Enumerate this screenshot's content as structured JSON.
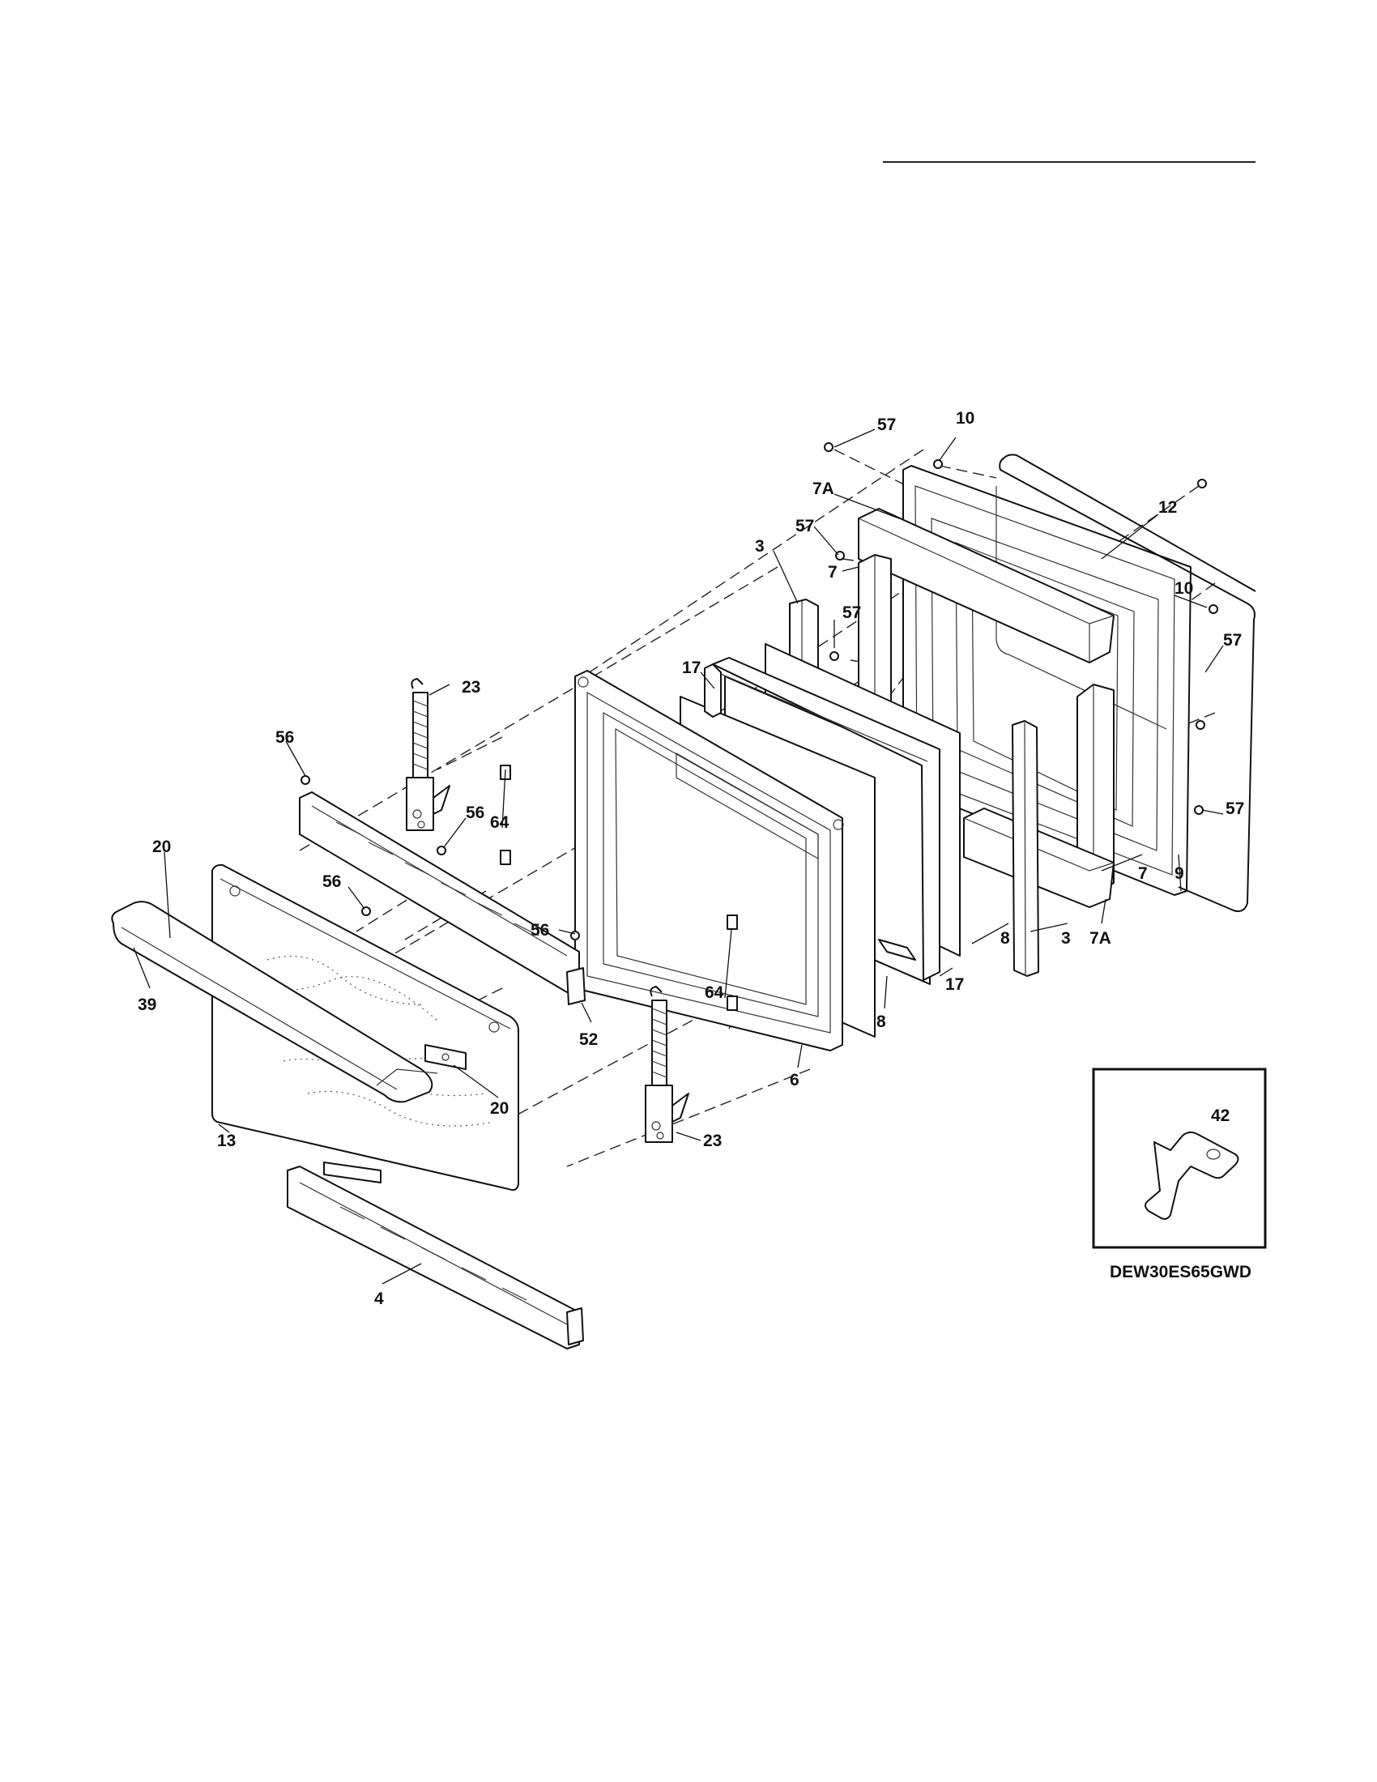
{
  "model_number": "DEW30ES65GWD",
  "inset": {
    "part": "42"
  },
  "parts": [
    {
      "id": "p57a",
      "label": "57"
    },
    {
      "id": "p10a",
      "label": "10"
    },
    {
      "id": "p7Aa",
      "label": "7A"
    },
    {
      "id": "p12",
      "label": "12"
    },
    {
      "id": "p57b",
      "label": "57"
    },
    {
      "id": "p3a",
      "label": "3"
    },
    {
      "id": "p7a",
      "label": "7"
    },
    {
      "id": "p10b",
      "label": "10"
    },
    {
      "id": "p57c",
      "label": "57"
    },
    {
      "id": "p57d",
      "label": "57"
    },
    {
      "id": "p17a",
      "label": "17"
    },
    {
      "id": "p23a",
      "label": "23"
    },
    {
      "id": "p56a",
      "label": "56"
    },
    {
      "id": "p56b",
      "label": "56"
    },
    {
      "id": "p64a",
      "label": "64"
    },
    {
      "id": "p57e",
      "label": "57"
    },
    {
      "id": "p20a",
      "label": "20"
    },
    {
      "id": "p56c",
      "label": "56"
    },
    {
      "id": "p56d",
      "label": "56"
    },
    {
      "id": "p7b",
      "label": "7"
    },
    {
      "id": "p9",
      "label": "9"
    },
    {
      "id": "p8a",
      "label": "8"
    },
    {
      "id": "p3b",
      "label": "3"
    },
    {
      "id": "p7Ab",
      "label": "7A"
    },
    {
      "id": "p17b",
      "label": "17"
    },
    {
      "id": "p39",
      "label": "39"
    },
    {
      "id": "p64b",
      "label": "64"
    },
    {
      "id": "p8b",
      "label": "8"
    },
    {
      "id": "p52",
      "label": "52"
    },
    {
      "id": "p6",
      "label": "6"
    },
    {
      "id": "p20b",
      "label": "20"
    },
    {
      "id": "p13",
      "label": "13"
    },
    {
      "id": "p23b",
      "label": "23"
    },
    {
      "id": "p4",
      "label": "4"
    }
  ]
}
